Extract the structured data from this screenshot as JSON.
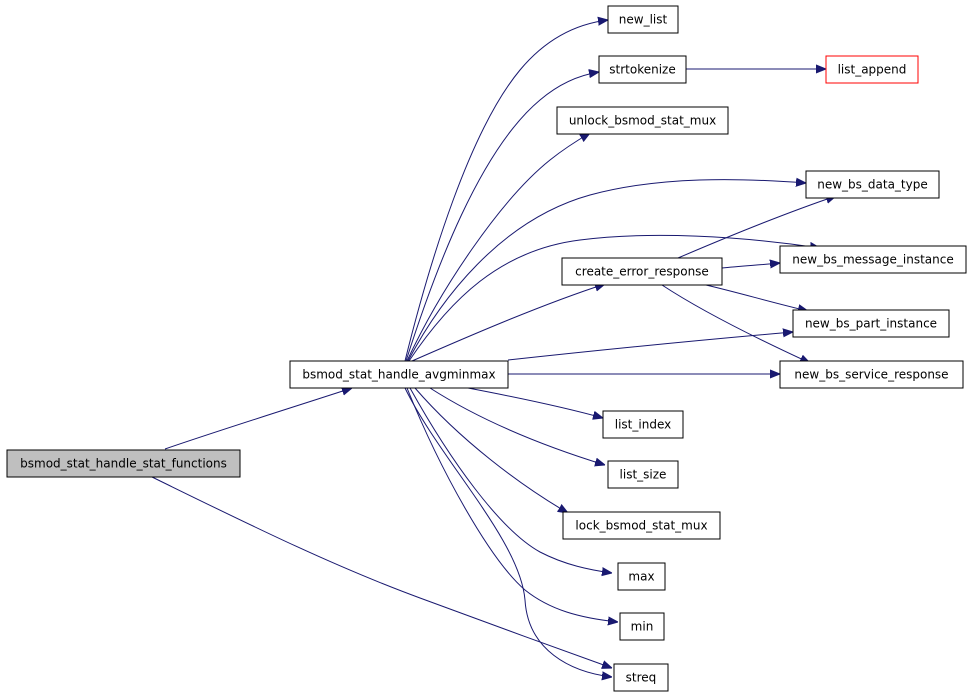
{
  "nodes": {
    "bsmod_stat_handle_stat_functions": {
      "label": "bsmod_stat_handle_stat_functions"
    },
    "bsmod_stat_handle_avgminmax": {
      "label": "bsmod_stat_handle_avgminmax"
    },
    "new_list": {
      "label": "new_list"
    },
    "strtokenize": {
      "label": "strtokenize"
    },
    "list_append": {
      "label": "list_append"
    },
    "unlock_bsmod_stat_mux": {
      "label": "unlock_bsmod_stat_mux"
    },
    "new_bs_data_type": {
      "label": "new_bs_data_type"
    },
    "create_error_response": {
      "label": "create_error_response"
    },
    "new_bs_message_instance": {
      "label": "new_bs_message_instance"
    },
    "new_bs_part_instance": {
      "label": "new_bs_part_instance"
    },
    "new_bs_service_response": {
      "label": "new_bs_service_response"
    },
    "list_index": {
      "label": "list_index"
    },
    "list_size": {
      "label": "list_size"
    },
    "lock_bsmod_stat_mux": {
      "label": "lock_bsmod_stat_mux"
    },
    "max": {
      "label": "max"
    },
    "min": {
      "label": "min"
    },
    "streq": {
      "label": "streq"
    }
  },
  "edges": [
    {
      "from": "bsmod_stat_handle_stat_functions",
      "to": "bsmod_stat_handle_avgminmax"
    },
    {
      "from": "bsmod_stat_handle_stat_functions",
      "to": "streq"
    },
    {
      "from": "bsmod_stat_handle_avgminmax",
      "to": "new_list"
    },
    {
      "from": "bsmod_stat_handle_avgminmax",
      "to": "strtokenize"
    },
    {
      "from": "bsmod_stat_handle_avgminmax",
      "to": "unlock_bsmod_stat_mux"
    },
    {
      "from": "bsmod_stat_handle_avgminmax",
      "to": "new_bs_data_type"
    },
    {
      "from": "bsmod_stat_handle_avgminmax",
      "to": "new_bs_message_instance"
    },
    {
      "from": "bsmod_stat_handle_avgminmax",
      "to": "create_error_response"
    },
    {
      "from": "bsmod_stat_handle_avgminmax",
      "to": "new_bs_part_instance"
    },
    {
      "from": "bsmod_stat_handle_avgminmax",
      "to": "new_bs_service_response"
    },
    {
      "from": "bsmod_stat_handle_avgminmax",
      "to": "list_index"
    },
    {
      "from": "bsmod_stat_handle_avgminmax",
      "to": "list_size"
    },
    {
      "from": "bsmod_stat_handle_avgminmax",
      "to": "lock_bsmod_stat_mux"
    },
    {
      "from": "bsmod_stat_handle_avgminmax",
      "to": "max"
    },
    {
      "from": "bsmod_stat_handle_avgminmax",
      "to": "min"
    },
    {
      "from": "bsmod_stat_handle_avgminmax",
      "to": "streq"
    },
    {
      "from": "strtokenize",
      "to": "list_append"
    },
    {
      "from": "create_error_response",
      "to": "new_bs_data_type"
    },
    {
      "from": "create_error_response",
      "to": "new_bs_message_instance"
    },
    {
      "from": "create_error_response",
      "to": "new_bs_part_instance"
    },
    {
      "from": "create_error_response",
      "to": "new_bs_service_response"
    }
  ],
  "colors": {
    "edge": "#191970",
    "root_fill": "#bfbfbf",
    "missing_border": "#ff0000"
  }
}
